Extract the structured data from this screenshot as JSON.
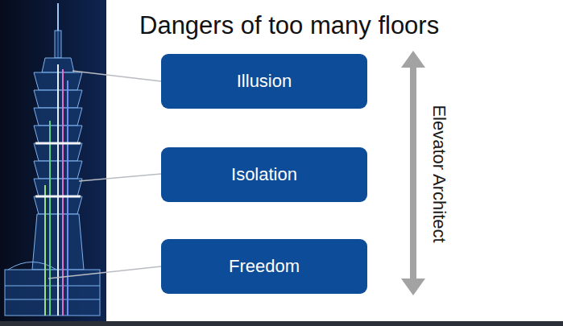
{
  "diagram": {
    "title": "Dangers of too many floors",
    "nodes": [
      {
        "text": [
          "Illusion"
        ]
      },
      {
        "text": [
          "Isolation"
        ]
      },
      {
        "text": [
          "Freedom"
        ]
      }
    ],
    "labels": [
      "Elevator Architect"
    ]
  }
}
